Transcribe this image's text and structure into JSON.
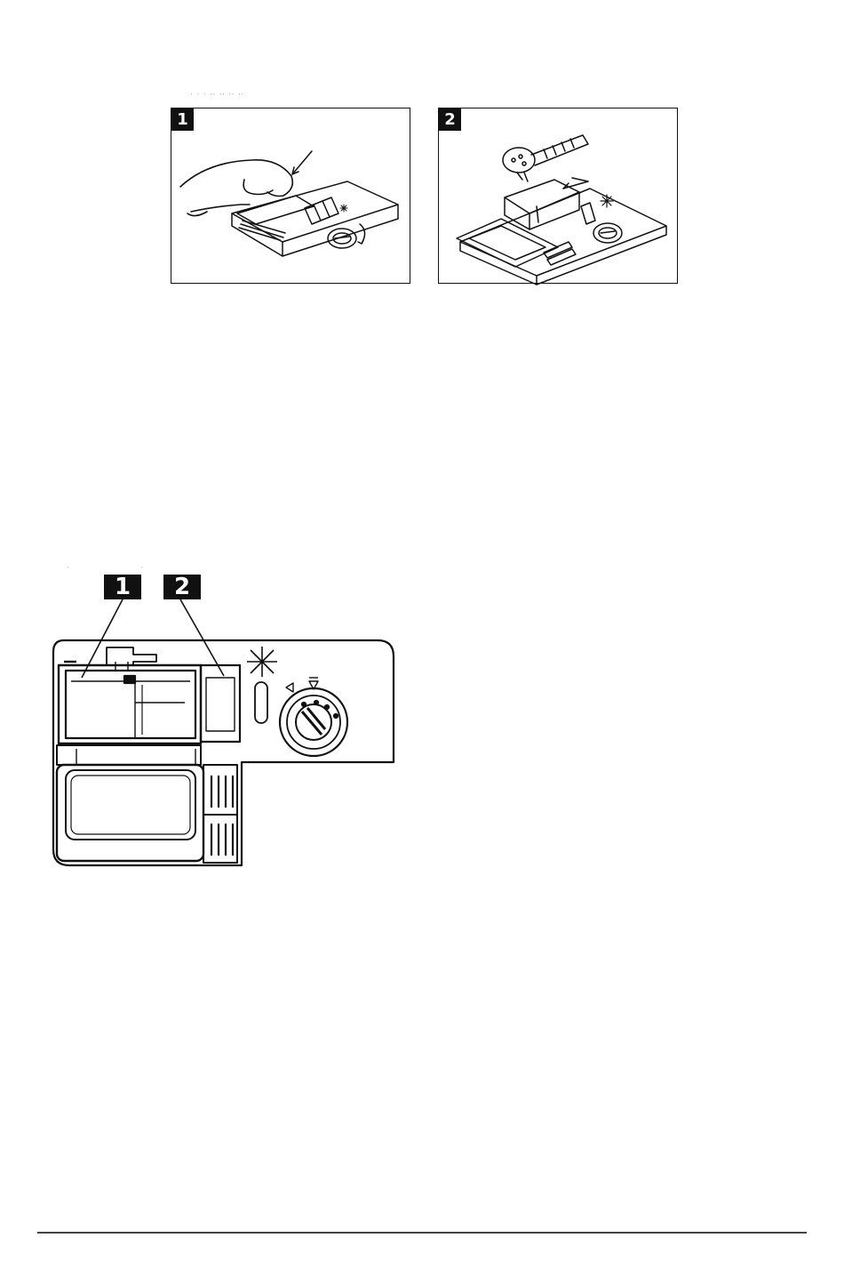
{
  "figures": {
    "top_left": {
      "badge": "1"
    },
    "top_right": {
      "badge": "2"
    },
    "bottom": {
      "callouts": [
        "1",
        "2"
      ]
    }
  },
  "icons": [
    "hand-icon",
    "arrow-icon",
    "dial-icon",
    "snowflake-icon",
    "measuring-spoon-icon",
    "detergent-dispenser-icon"
  ]
}
